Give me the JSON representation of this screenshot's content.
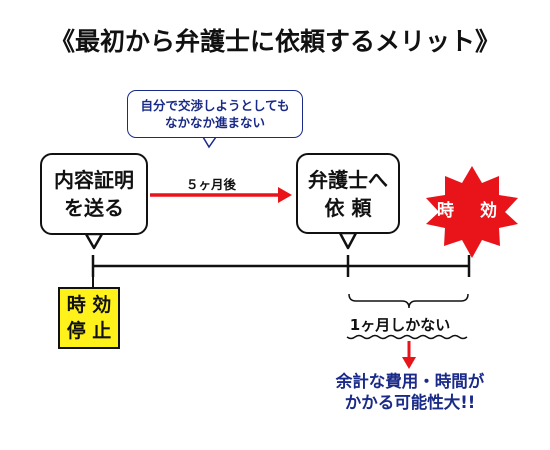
{
  "title": "《最初から弁護士に依頼するメリット》",
  "steps": {
    "certified_letter": {
      "line1": "内容証明",
      "line2": "を送る"
    },
    "lawyer_request": {
      "line1": "弁護士へ",
      "line2": "依 頼"
    }
  },
  "note_bubble": {
    "line1": "自分で交渉しようとしても",
    "line2": "なかなか進まない"
  },
  "arrow_label": "５ヶ月後",
  "suspension_box": {
    "line1": "時 効",
    "line2": "停 止"
  },
  "expiry_burst": "時 効",
  "remaining_label": "1ヶ月しかない",
  "warning": {
    "line1": "余計な費用・時間が",
    "line2": "かかる可能性大!!"
  },
  "colors": {
    "accent_red": "#e8141a",
    "suspension_yellow": "#fff21a",
    "warning_blue": "#1a2a88",
    "line_black": "#111111"
  }
}
